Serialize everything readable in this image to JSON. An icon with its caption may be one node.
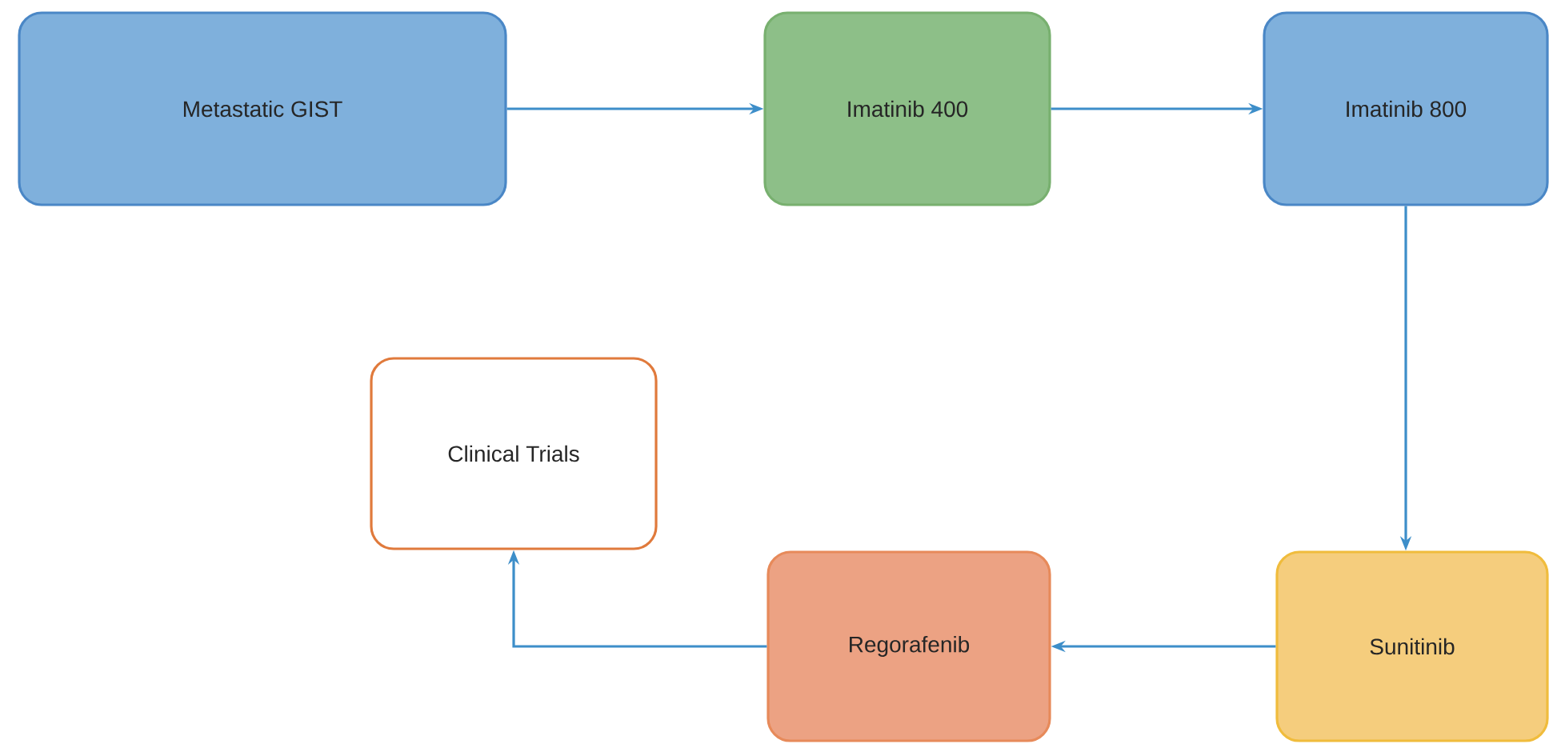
{
  "diagram": {
    "nodes": [
      {
        "text": [
          "Metastatic GIST"
        ]
      },
      {
        "text": [
          "Imatinib 400"
        ]
      },
      {
        "text": [
          "Imatinib 800"
        ]
      },
      {
        "text": [
          "Clinical Trials"
        ]
      },
      {
        "text": [
          "Regorafenib"
        ]
      },
      {
        "text": [
          "Sunitinib"
        ]
      }
    ],
    "edges": [
      {
        "from": 0,
        "to": 1,
        "arrow": "to"
      },
      {
        "from": 1,
        "to": 2,
        "arrow": "to"
      },
      {
        "from": 2,
        "to": 5,
        "arrow": "to"
      },
      {
        "from": 5,
        "to": 4,
        "arrow": "to"
      },
      {
        "from": 4,
        "to": 3,
        "arrow": "to"
      }
    ]
  }
}
